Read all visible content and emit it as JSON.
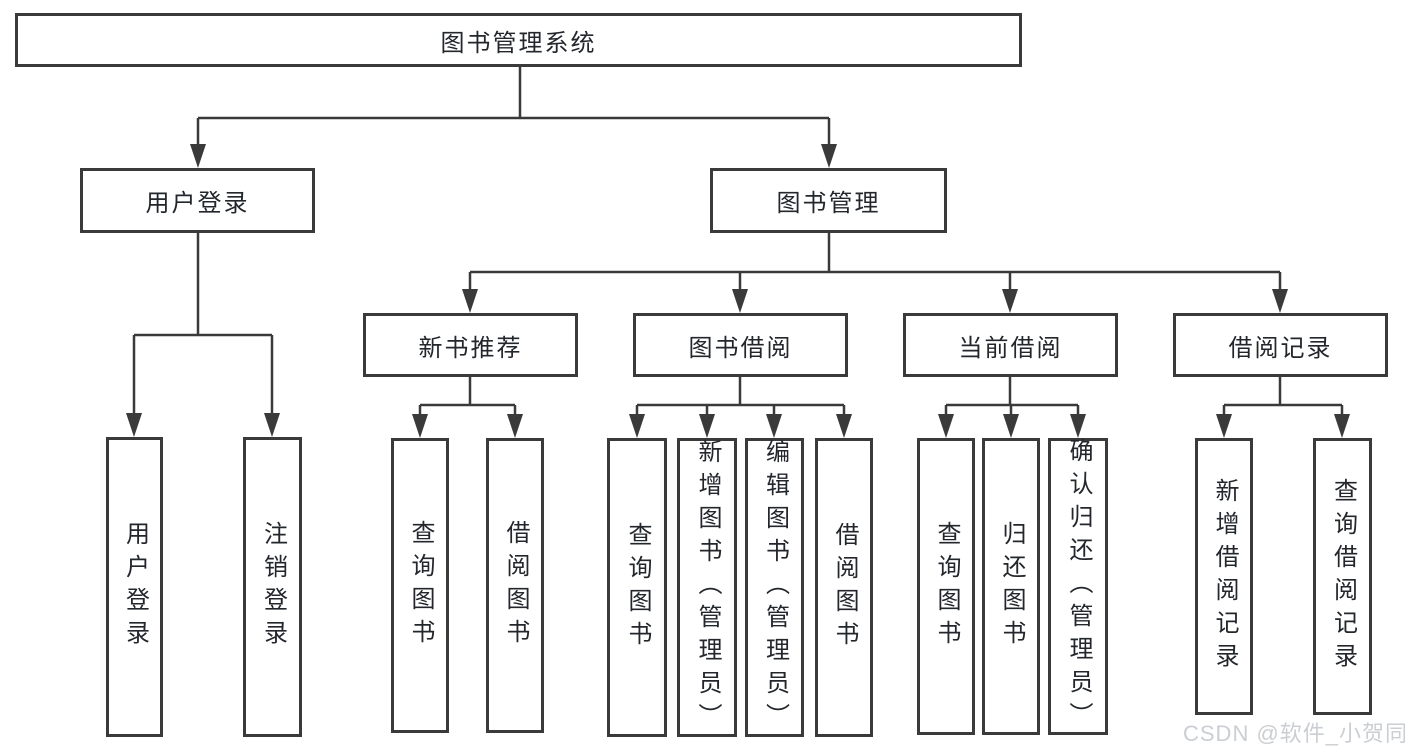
{
  "diagram_title": "图书管理系统",
  "colors": {
    "line": "#3a3a3a",
    "text": "#23272c",
    "background": "#ffffff",
    "watermark": "#c8cbd0"
  },
  "tree": {
    "root": {
      "label": "图书管理系统"
    },
    "branches": [
      {
        "label": "用户登录",
        "children": [
          {
            "label": "用户登录"
          },
          {
            "label": "注销登录"
          }
        ]
      },
      {
        "label": "图书管理",
        "children": [
          {
            "label": "新书推荐",
            "children": [
              {
                "label": "查询图书"
              },
              {
                "label": "借阅图书"
              }
            ]
          },
          {
            "label": "图书借阅",
            "children": [
              {
                "label": "查询图书"
              },
              {
                "label": "新增图书（管理员）"
              },
              {
                "label": "编辑图书（管理员）"
              },
              {
                "label": "借阅图书"
              }
            ]
          },
          {
            "label": "当前借阅",
            "children": [
              {
                "label": "查询图书"
              },
              {
                "label": "归还图书"
              },
              {
                "label": "确认归还（管理员）"
              }
            ]
          },
          {
            "label": "借阅记录",
            "children": [
              {
                "label": "新增借阅记录"
              },
              {
                "label": "查询借阅记录"
              }
            ]
          }
        ]
      }
    ]
  },
  "watermark": {
    "text": "CSDN @软件_小贺同学"
  }
}
